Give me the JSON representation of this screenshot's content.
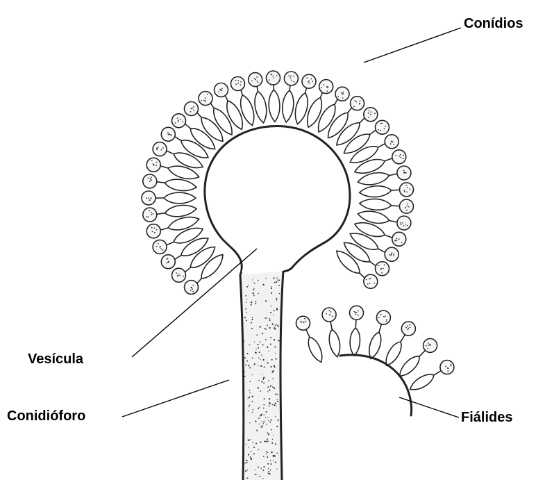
{
  "labels": {
    "conidia": "Conídios",
    "vesicle": "Vesícula",
    "conidiophore": "Conidióforo",
    "phialides": "Fiálides"
  }
}
